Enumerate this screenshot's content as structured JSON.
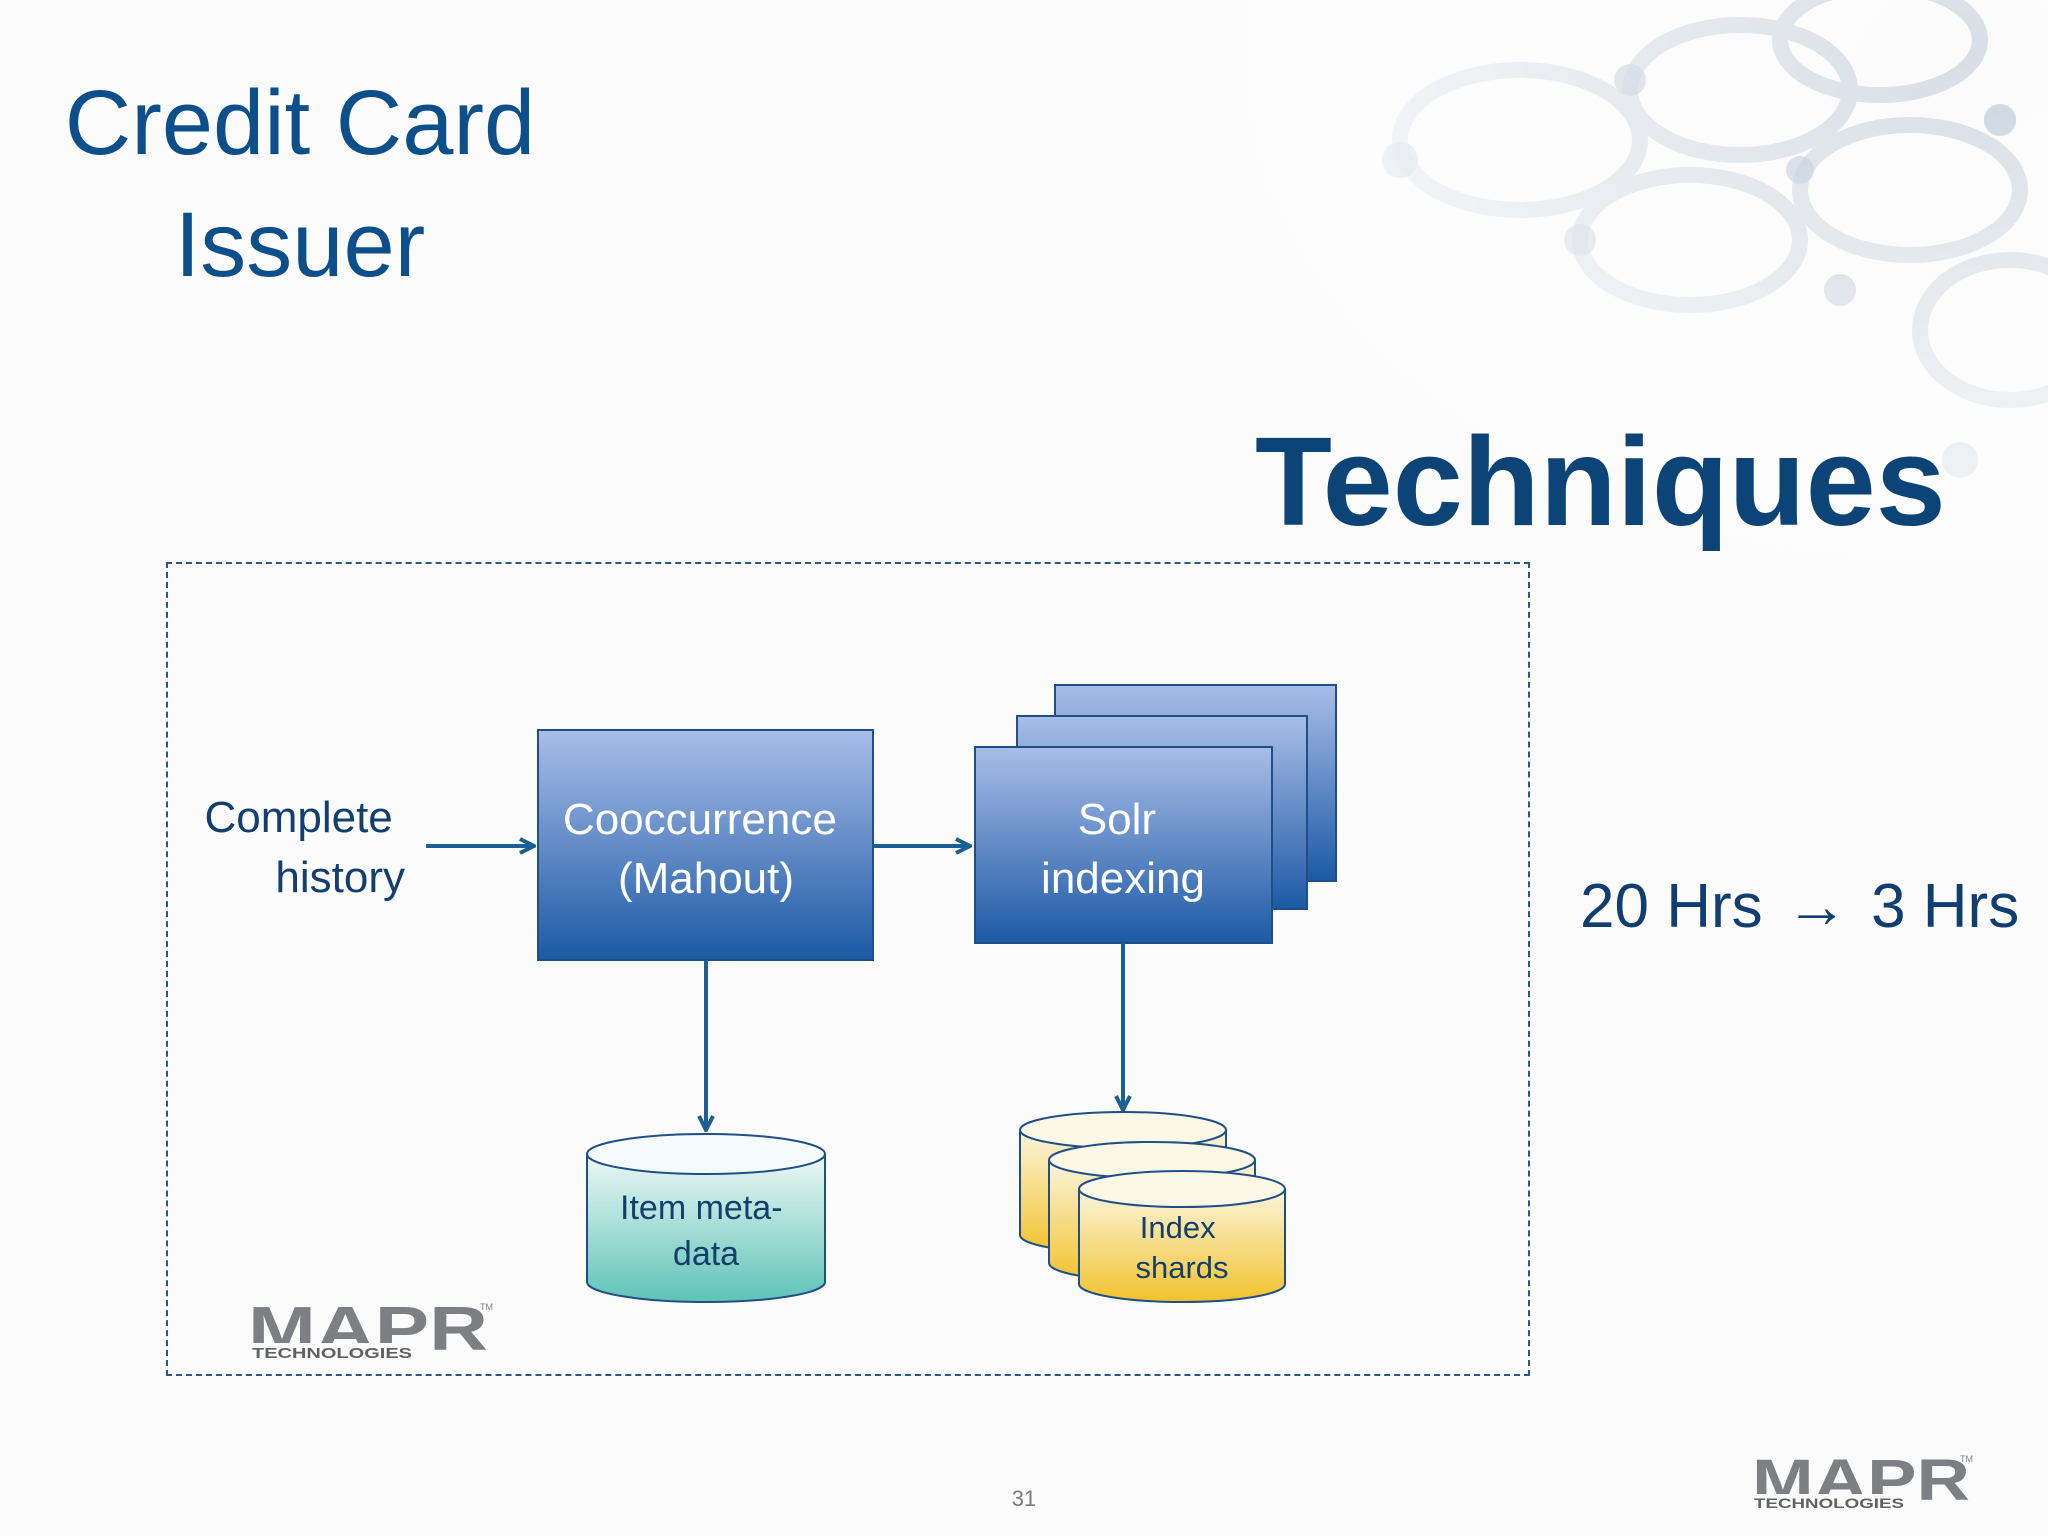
{
  "slide": {
    "title_lines": [
      "Credit Card",
      "Issuer"
    ],
    "heading": "Techniques",
    "metric": {
      "before": "20 Hrs",
      "arrow": "→",
      "after": "3 Hrs"
    },
    "page_number": "31"
  },
  "diagram": {
    "input_label_lines": [
      "Complete",
      "history"
    ],
    "cooccurrence_lines": [
      "Cooccurrence",
      "(Mahout)"
    ],
    "solr_lines": [
      "Solr",
      "indexing"
    ],
    "metadata_lines": [
      "Item meta-",
      "data"
    ],
    "shards_lines": [
      "Index",
      "shards"
    ]
  },
  "logos": {
    "big": "MAPR",
    "small_sub": "TECHNOLOGIES",
    "tm": "TM"
  },
  "colors": {
    "title": "#0d4f8b",
    "box_top": "#a8bde6",
    "box_bottom": "#1d5ea8",
    "arrow": "#1b5f94",
    "cyl_teal": "#6cc8bb",
    "cyl_yellow": "#f3c53a",
    "border_dashed": "#29578a"
  },
  "icons": {
    "background": "molecule-network-decoration",
    "arrow": "right-arrow-icon"
  }
}
